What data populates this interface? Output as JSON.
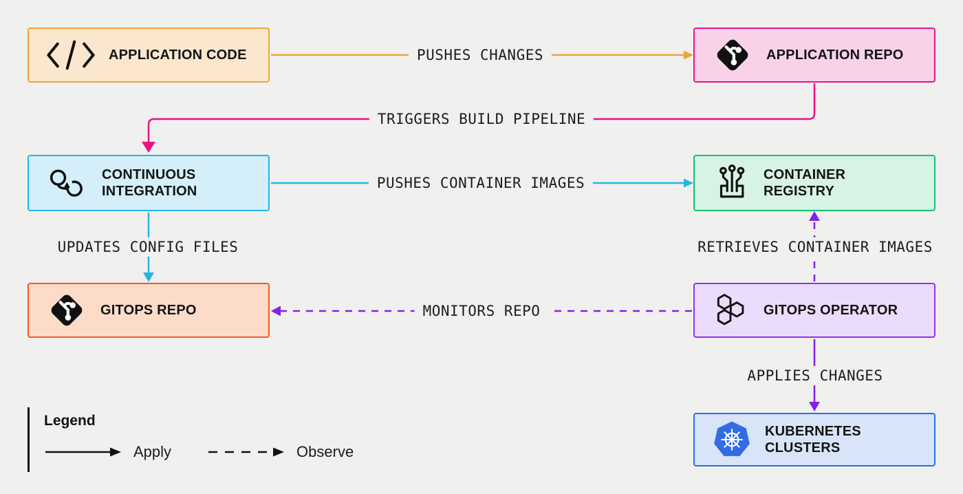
{
  "canvas": {
    "background": "#f0f0ee"
  },
  "nodes": [
    {
      "id": "application-code",
      "label": "APPLICATION CODE",
      "icon": "code-icon",
      "fill": "#fbe7ce",
      "border": "#efa33d"
    },
    {
      "id": "application-repo",
      "label": "APPLICATION REPO",
      "icon": "git-icon",
      "fill": "#f9d2ea",
      "border": "#e91386"
    },
    {
      "id": "continuous-integration",
      "label": "CONTINUOUS INTEGRATION",
      "icon": "loop-icon",
      "fill": "#d4effa",
      "border": "#25b4e4"
    },
    {
      "id": "container-registry",
      "label": "CONTAINER REGISTRY",
      "icon": "circuit-icon",
      "fill": "#d7f3e3",
      "border": "#13c172"
    },
    {
      "id": "gitops-repo",
      "label": "GITOPS REPO",
      "icon": "git-icon",
      "fill": "#fcdbc9",
      "border": "#ef5a24"
    },
    {
      "id": "gitops-operator",
      "label": "GITOPS OPERATOR",
      "icon": "hexagons-icon",
      "fill": "#ecdcfc",
      "border": "#9133ee"
    },
    {
      "id": "kubernetes-clusters",
      "label": "KUBERNETES CLUSTERS",
      "icon": "kubernetes-icon",
      "fill": "#d8e5f9",
      "border": "#2e6be4"
    }
  ],
  "edges": [
    {
      "id": "pushes-changes",
      "label": "PUSHES CHANGES",
      "color": "#efa33d",
      "style": "solid"
    },
    {
      "id": "triggers-build-pipeline",
      "label": "TRIGGERS BUILD PIPELINE",
      "color": "#e91386",
      "style": "solid"
    },
    {
      "id": "pushes-container-images",
      "label": "PUSHES CONTAINER IMAGES",
      "color": "#25b4e4",
      "style": "solid"
    },
    {
      "id": "updates-config-files",
      "label": "UPDATES CONFIG FILES",
      "color": "#25b4e4",
      "style": "solid"
    },
    {
      "id": "monitors-repo",
      "label": "MONITORS REPO",
      "color": "#8520e8",
      "style": "dashed"
    },
    {
      "id": "retrieves-container-images",
      "label": "RETRIEVES CONTAINER IMAGES",
      "color": "#8520e8",
      "style": "dashed"
    },
    {
      "id": "applies-changes",
      "label": "APPLIES CHANGES",
      "color": "#8520e8",
      "style": "solid"
    }
  ],
  "legend": {
    "title": "Legend",
    "items": [
      {
        "label": "Apply",
        "style": "solid"
      },
      {
        "label": "Observe",
        "style": "dashed"
      }
    ]
  },
  "kubernetes_logo_color": "#326ce5"
}
